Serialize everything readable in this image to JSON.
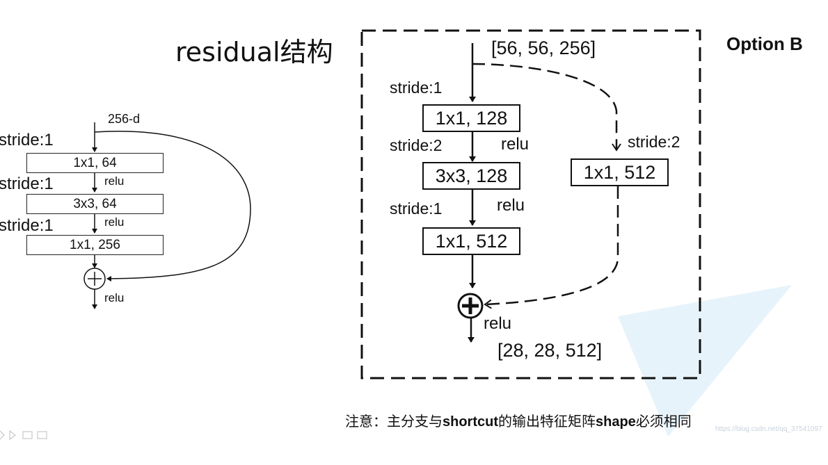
{
  "title": "residual结构",
  "option_label": "Option B",
  "left_block": {
    "input_label": "256-d",
    "strides": [
      "stride:1",
      "stride:1",
      "stride:1"
    ],
    "layers": [
      "1x1, 64",
      "3x3, 64",
      "1x1, 256"
    ],
    "relu": "relu"
  },
  "right_block": {
    "input_shape": "[56, 56, 256]",
    "output_shape": "[28, 28, 512]",
    "main_strides": [
      "stride:1",
      "stride:2",
      "stride:1"
    ],
    "main_layers": [
      "1x1, 128",
      "3x3, 128",
      "1x1, 512"
    ],
    "shortcut_stride": "stride:2",
    "shortcut_layer": "1x1, 512",
    "relu": "relu"
  },
  "note": {
    "prefix": "注意：主分支与",
    "keyword1": "shortcut",
    "middle": "的输出特征矩阵",
    "keyword2": "shape",
    "suffix": "必须相同"
  },
  "watermark": "https://blog.csdn.net/qq_37541097"
}
